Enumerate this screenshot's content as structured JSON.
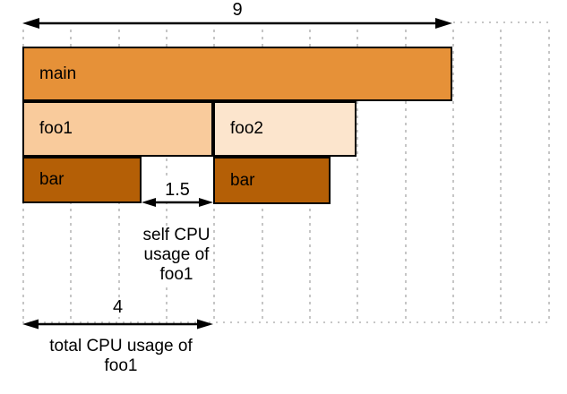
{
  "frames": {
    "main": {
      "label": "main"
    },
    "foo1": {
      "label": "foo1"
    },
    "foo2": {
      "label": "foo2"
    },
    "bar_left": {
      "label": "bar"
    },
    "bar_right": {
      "label": "bar"
    }
  },
  "measurements": {
    "total_width": {
      "value": "9"
    },
    "self_cpu_foo1": {
      "value": "1.5",
      "caption": "self CPU usage of foo1"
    },
    "total_cpu_foo1": {
      "value": "4",
      "caption": "total CPU usage of foo1"
    }
  },
  "colors": {
    "frame_main_fill": "#E69138",
    "frame_foo1_fill": "#F9CB9C",
    "frame_foo2_fill": "#FCE5CD",
    "frame_bar_fill": "#B45F06",
    "frame_border": "#000000",
    "arrow": "#000000",
    "grid_line": "#C6C6C6",
    "text": "#000000",
    "background": "#FFFFFF"
  }
}
